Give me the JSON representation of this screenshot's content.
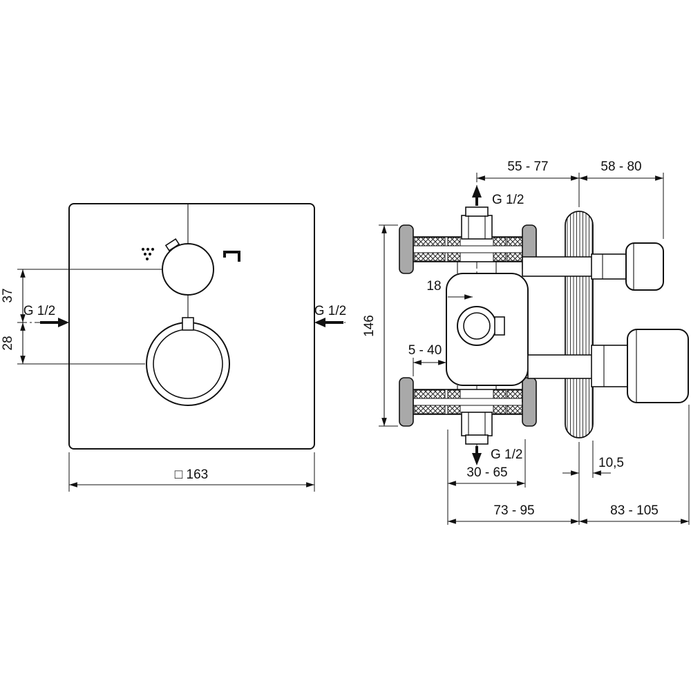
{
  "front": {
    "plate_width_label": "□ 163",
    "top_offset_label": "37",
    "bottom_offset_label": "28",
    "left_connection_label": "G 1/2",
    "right_connection_label": "G 1/2"
  },
  "side": {
    "top_connection_label": "G 1/2",
    "bottom_connection_label": "G 1/2",
    "depth_to_wall_label": "55 - 77",
    "handle_depth_label": "58 - 80",
    "height_label": "146",
    "center_offset_label": "18",
    "wall_range_label": "5 - 40",
    "body_depth_label": "30 - 65",
    "escutcheon_depth_label": "10,5",
    "rough_in_depth_label": "73 - 95",
    "trim_depth_label": "83 - 105"
  },
  "colors": {
    "line": "#111111",
    "flange_gray": "#a9a9a9"
  }
}
